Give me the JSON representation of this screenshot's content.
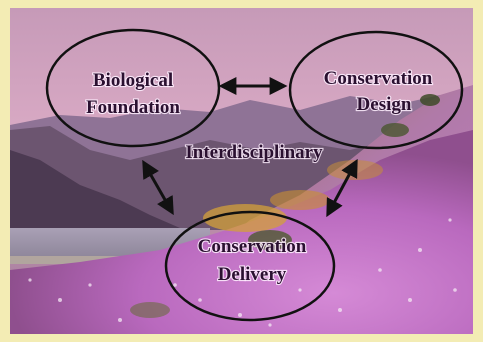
{
  "nodes": {
    "biological_foundation": [
      "Biological",
      "Foundation"
    ],
    "conservation_design": [
      "Conservation",
      "Design"
    ],
    "conservation_delivery": [
      "Conservation",
      "Delivery"
    ]
  },
  "center_label": "Interdisciplinary",
  "connections": [
    {
      "from": "biological_foundation",
      "to": "conservation_design",
      "type": "bidirectional"
    },
    {
      "from": "biological_foundation",
      "to": "conservation_delivery",
      "type": "bidirectional"
    },
    {
      "from": "conservation_design",
      "to": "conservation_delivery",
      "type": "bidirectional"
    }
  ],
  "colors": {
    "border": "#f3ecb4",
    "ellipse_stroke": "#111111",
    "arrow": "#111111",
    "label_fill": "#2a1030"
  }
}
